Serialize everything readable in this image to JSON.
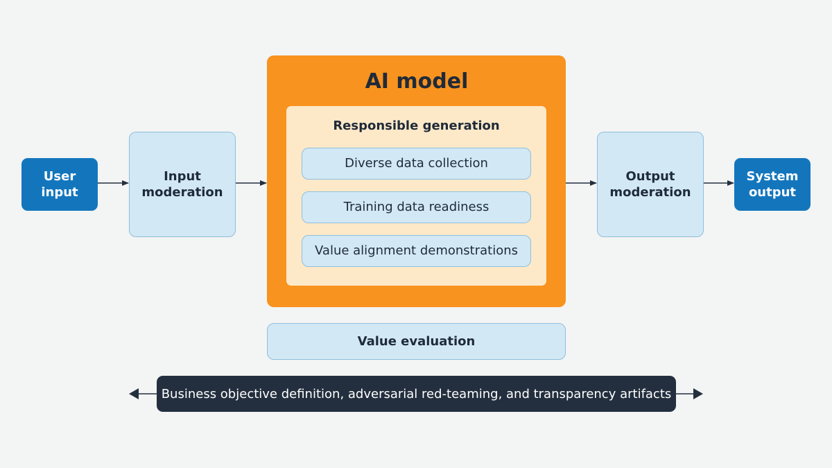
{
  "nodes": {
    "user_input": "User\ninput",
    "input_moderation": "Input\nmoderation",
    "ai_model": "AI model",
    "responsible_generation": "Responsible generation",
    "diverse_data_collection": "Diverse data collection",
    "training_data_readiness": "Training data readiness",
    "value_alignment_demonstrations": "Value alignment demonstrations",
    "output_moderation": "Output\nmoderation",
    "system_output": "System\noutput",
    "value_evaluation": "Value evaluation"
  },
  "banner": {
    "text": "Business objective definition, adversarial red-teaming, and transparency artifacts"
  },
  "colors": {
    "background": "#f3f4f4",
    "endpoint_blue": "#1376bd",
    "light_blue": "#d2e8f5",
    "orange": "#f7931e",
    "cream": "#fde9c8",
    "navy": "#232f3e"
  }
}
